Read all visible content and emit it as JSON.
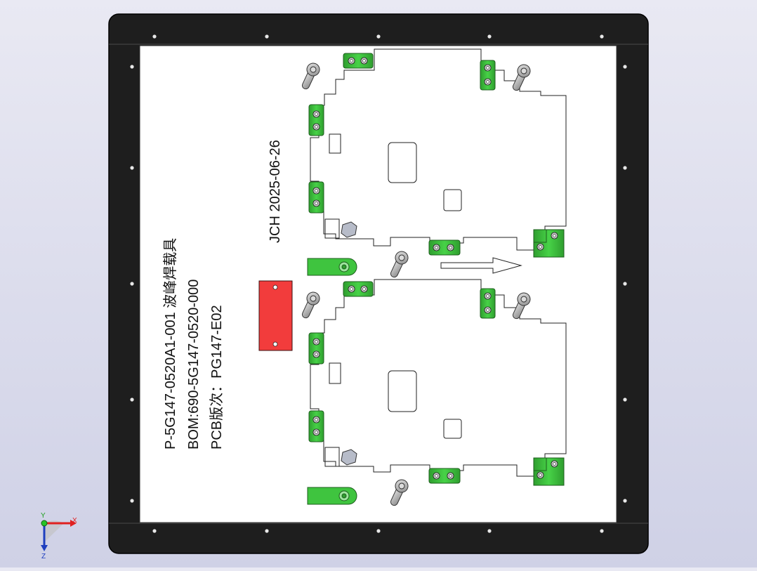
{
  "fixture": {
    "label_lines": [
      "P-5G147-0520A1-001 波峰焊载具",
      "BOM:690-5G147-0520-000",
      "PCB版次：PG147-E02"
    ],
    "stamp": "JCH 2025-06-26"
  },
  "colors": {
    "frame": "#1e1e1e",
    "plate": "#ffffff",
    "clamp_green": "#3fc43f",
    "marker_red": "#f23c3c",
    "swivel_gray": "#9a9a9a"
  },
  "triad": {
    "x_label": "X",
    "y_label": "Y",
    "z_label": "Z"
  }
}
